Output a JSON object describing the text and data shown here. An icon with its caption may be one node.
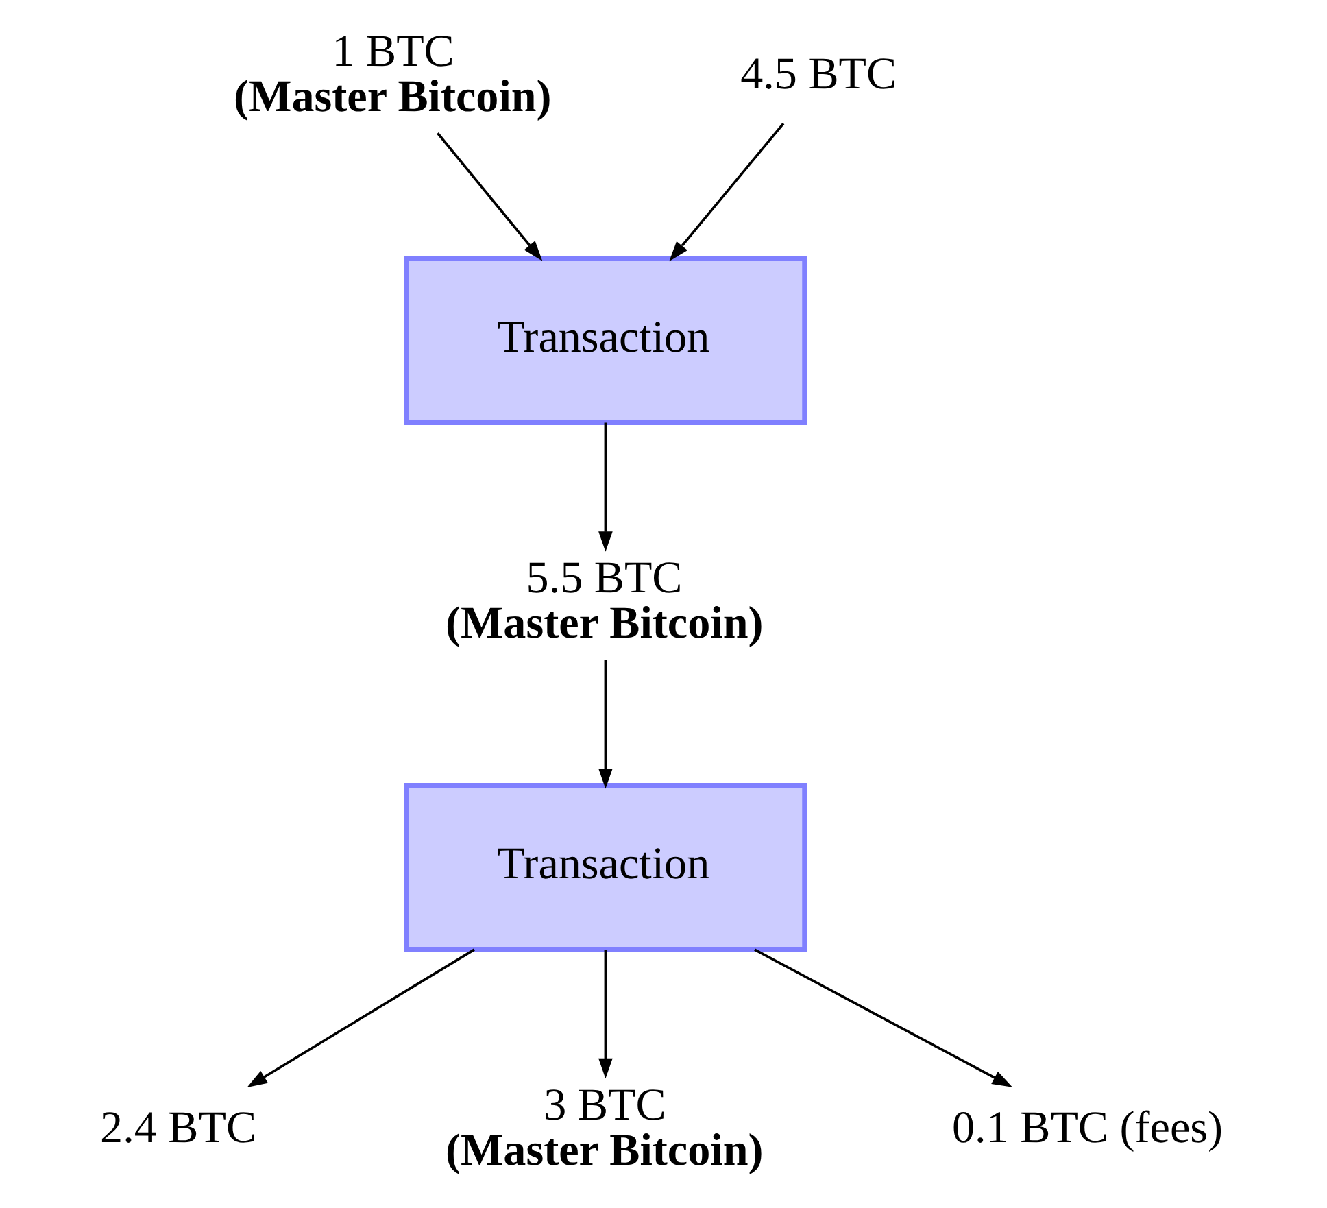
{
  "diagram": {
    "nodes": [
      {
        "text": [
          "1 BTC",
          "(Master Bitcoin)"
        ]
      },
      {
        "text": [
          "4.5 BTC"
        ]
      },
      {
        "text": [
          "Transaction"
        ]
      },
      {
        "text": [
          "5.5 BTC",
          "(Master Bitcoin)"
        ]
      },
      {
        "text": [
          "Transaction"
        ]
      },
      {
        "text": [
          "2.4 BTC"
        ]
      },
      {
        "text": [
          "3 BTC",
          "(Master Bitcoin)"
        ]
      },
      {
        "text": [
          "0.1 BTC (fees)"
        ]
      }
    ],
    "edges": [
      {
        "from": 0,
        "to": 2,
        "arrow": "to"
      },
      {
        "from": 1,
        "to": 2,
        "arrow": "to"
      },
      {
        "from": 2,
        "to": 3,
        "arrow": "to"
      },
      {
        "from": 3,
        "to": 4,
        "arrow": "to"
      },
      {
        "from": 4,
        "to": 5,
        "arrow": "to"
      },
      {
        "from": 4,
        "to": 6,
        "arrow": "to"
      },
      {
        "from": 4,
        "to": 7,
        "arrow": "to"
      }
    ]
  }
}
